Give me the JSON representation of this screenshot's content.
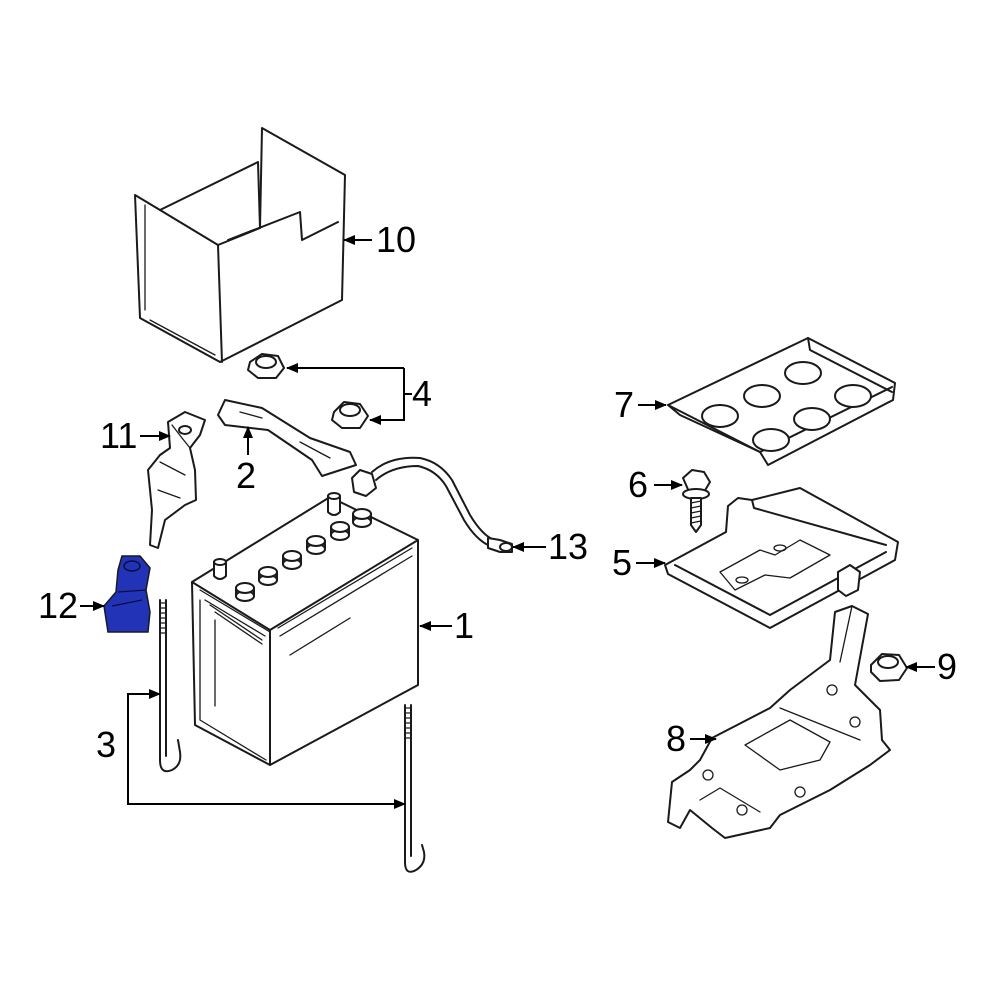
{
  "colors": {
    "highlight": "#2233b8",
    "line": "#1a1a1a",
    "background": "#ffffff"
  },
  "callouts": {
    "c1": "1",
    "c2": "2",
    "c3": "3",
    "c4": "4",
    "c5": "5",
    "c6": "6",
    "c7": "7",
    "c8": "8",
    "c9": "9",
    "c10": "10",
    "c11": "11",
    "c12": "12",
    "c13": "13"
  }
}
